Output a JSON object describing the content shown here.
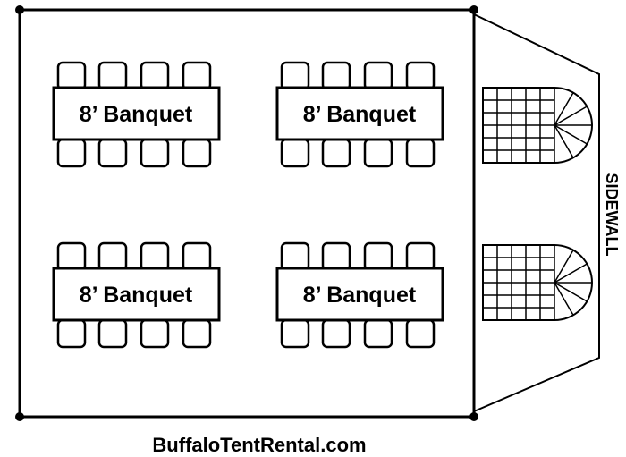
{
  "tables": [
    {
      "label": "8’ Banquet"
    },
    {
      "label": "8’ Banquet"
    },
    {
      "label": "8’ Banquet"
    },
    {
      "label": "8’ Banquet"
    }
  ],
  "sidewall_label": "SIDEWALL",
  "footer": {
    "website": "BuffaloTentRental.com"
  },
  "colors": {
    "line": "#000000",
    "background": "#ffffff"
  }
}
